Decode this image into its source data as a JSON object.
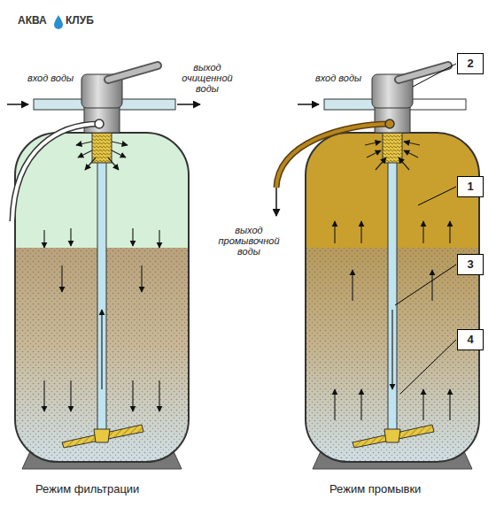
{
  "diagram": {
    "labels": [
      "АКВА",
      "КЛУБ",
      "вход воды",
      "выход очищенной воды",
      "Режим фильтрации",
      "вход воды",
      "выход промывочной воды",
      "2",
      "1",
      "3",
      "4",
      "Режим промывки"
    ]
  }
}
